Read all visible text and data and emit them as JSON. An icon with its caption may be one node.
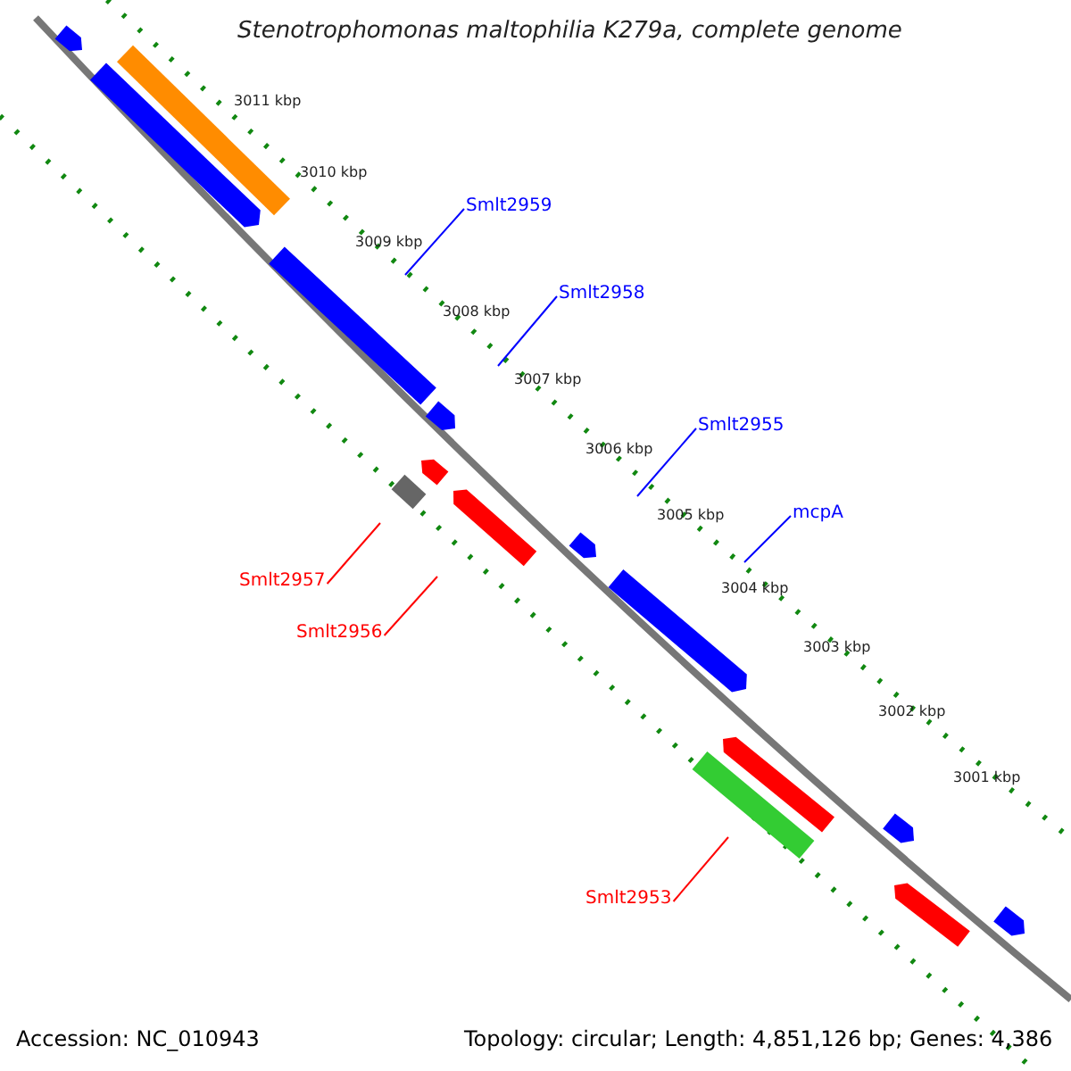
{
  "diagram": {
    "title": "Stenotrophomonas maltophilia K279a, complete genome",
    "nodes": [
      {
        "text": [
          "Smlt2959"
        ]
      },
      {
        "text": [
          "Smlt2958"
        ]
      },
      {
        "text": [
          "Smlt2955"
        ]
      },
      {
        "text": [
          "mcpA"
        ]
      },
      {
        "text": [
          "Smlt2957"
        ]
      },
      {
        "text": [
          "Smlt2956"
        ]
      },
      {
        "text": [
          "Smlt2953"
        ]
      }
    ],
    "edges": [
      {
        "from": 0,
        "to": null,
        "arrow": "none"
      },
      {
        "from": 1,
        "to": null,
        "arrow": "none"
      },
      {
        "from": 2,
        "to": null,
        "arrow": "none"
      },
      {
        "from": 3,
        "to": null,
        "arrow": "none"
      },
      {
        "from": 4,
        "to": null,
        "arrow": "none",
        "color": "#ff0000"
      },
      {
        "from": 5,
        "to": null,
        "arrow": "none",
        "color": "#ff0000"
      },
      {
        "from": 6,
        "to": null,
        "arrow": "none",
        "color": "#ff0000"
      }
    ],
    "labels": [
      "3011 kbp",
      "3010 kbp",
      "3009 kbp",
      "3008 kbp",
      "3007 kbp",
      "3006 kbp",
      "3005 kbp",
      "3004 kbp",
      "3003 kbp",
      "3002 kbp",
      "3001 kbp",
      "Accession: NC_010943",
      "Topology: circular; Length: 4,851,126 bp; Genes: 4,386"
    ]
  }
}
